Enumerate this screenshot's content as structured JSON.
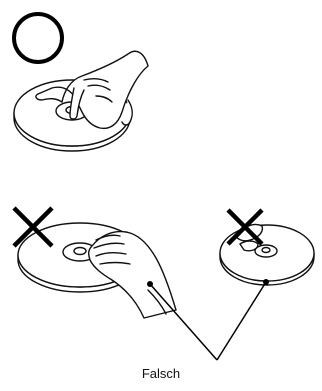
{
  "labels": {
    "wrong_caption": "Falsch"
  },
  "marks": {
    "correct": "circle-mark",
    "wrong": "x-mark"
  },
  "colors": {
    "line": "#111111",
    "background": "#ffffff"
  }
}
